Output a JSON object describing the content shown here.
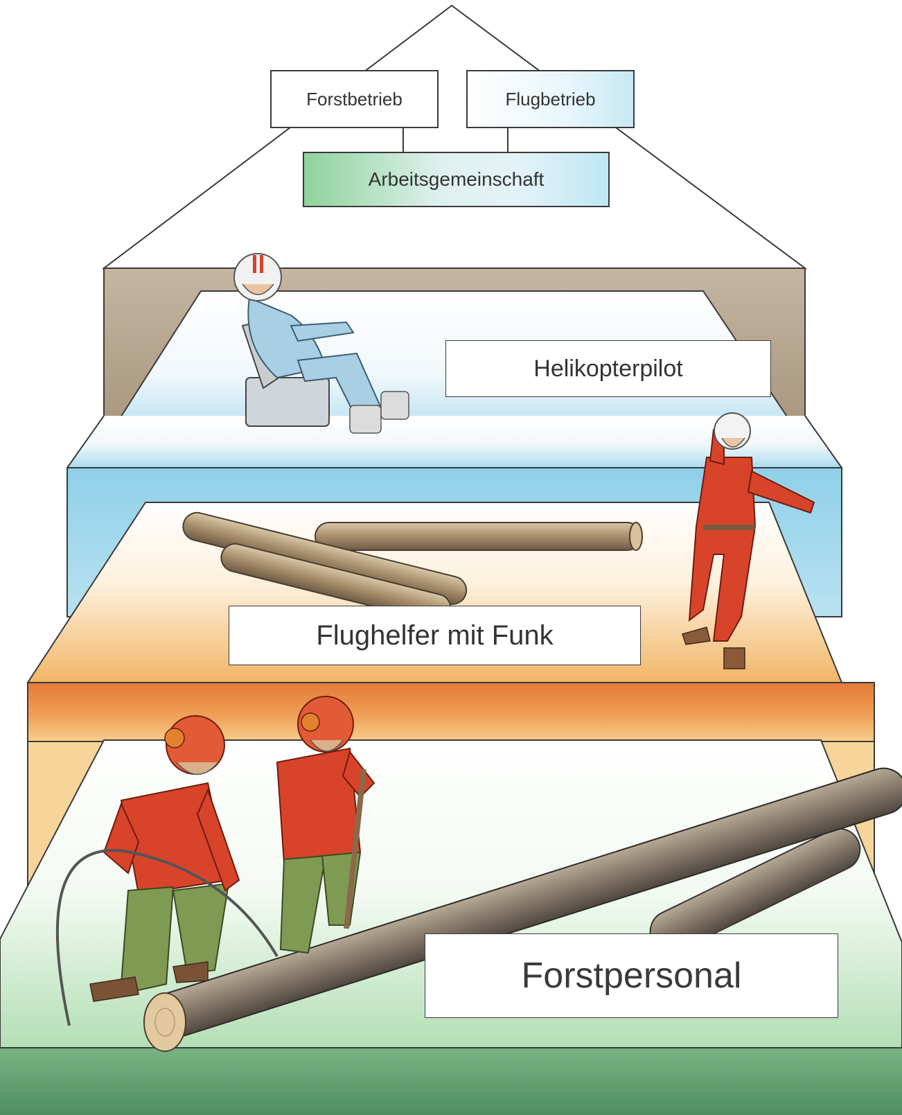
{
  "boxes": {
    "forstbetrieb": "Forstbetrieb",
    "flugbetrieb": "Flugbetrieb",
    "arbeitsgemeinschaft": "Arbeitsgemeinschaft",
    "helikopterpilot": "Helikopterpilot",
    "flughelfer": "Flughelfer mit Funk",
    "forstpersonal": "Forstpersonal"
  },
  "colors": {
    "roof_brown": "#ab9b86",
    "level_blue": "#9fd6ea",
    "level_orange": "#e98a3c",
    "level_green": "#bfe2c2",
    "ground_green": "#5e9e6b",
    "worker_red": "#d8442a",
    "pilot_blue": "#a8cfe4"
  },
  "illustrations": [
    "pilot-figure",
    "flight-helper-figure",
    "forest-worker-figure",
    "forest-worker-figure",
    "log"
  ]
}
